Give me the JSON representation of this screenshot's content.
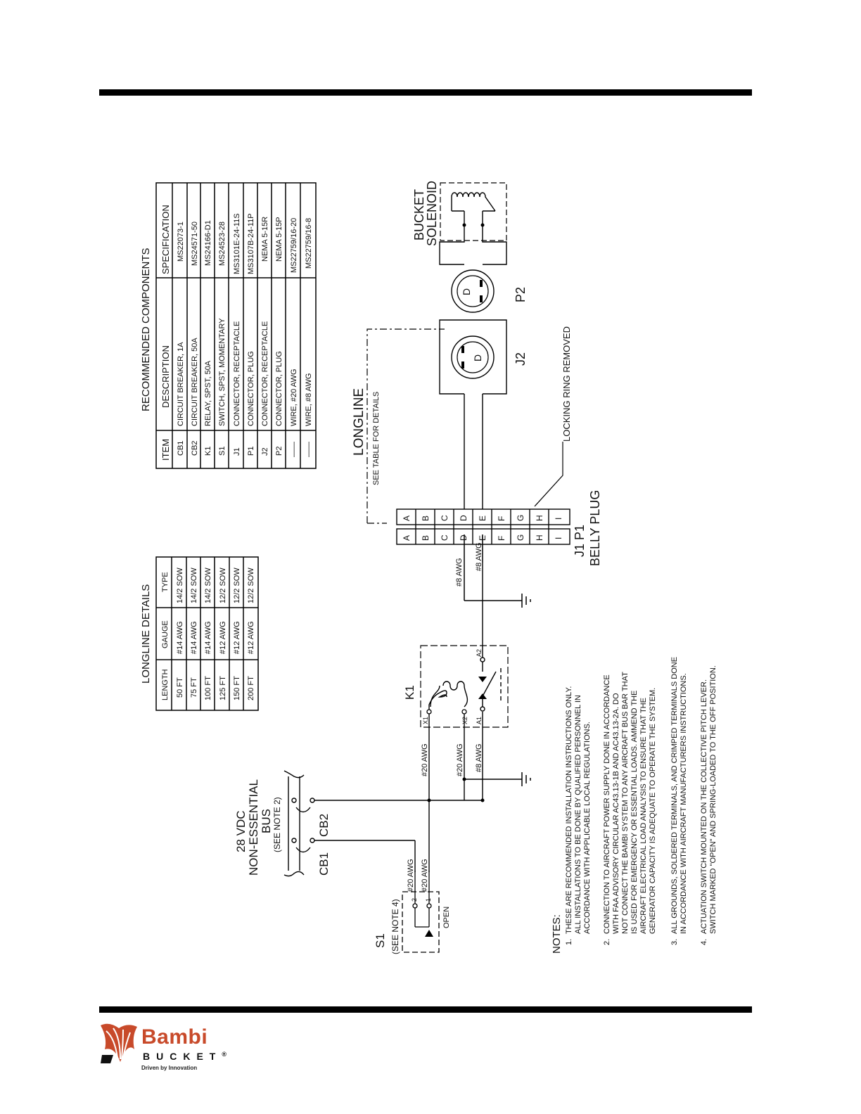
{
  "components_table": {
    "title": "RECOMMENDED COMPONENTS",
    "headers": [
      "ITEM",
      "DESCRIPTION",
      "SPECIFICATION"
    ],
    "rows": [
      [
        "CB1",
        "CIRCUIT BREAKER, 1A",
        "MS22073-1"
      ],
      [
        "CB2",
        "CIRCUIT BREAKER, 50A",
        "MS24571-50"
      ],
      [
        "K1",
        "RELAY, SPST, 50A",
        "MS24166-D1"
      ],
      [
        "S1",
        "SWITCH, SPST, MOMENTARY",
        "MS24523-28"
      ],
      [
        "J1",
        "CONNECTOR, RECEPTACLE",
        "MS3101E-24-11S"
      ],
      [
        "P1",
        "CONNECTOR, PLUG",
        "MS3107B-24-11P"
      ],
      [
        "J2",
        "CONNECTOR, RECEPTACLE",
        "NEMA 5-15R"
      ],
      [
        "P2",
        "CONNECTOR, PLUG",
        "NEMA 5-15P"
      ],
      [
        "——",
        "WIRE, #20 AWG",
        "MS22759/16-20"
      ],
      [
        "——",
        "WIRE, #8 AWG",
        "MS22759/16-8"
      ]
    ]
  },
  "longline_table": {
    "title": "LONGLINE DETAILS",
    "headers": [
      "LENGTH",
      "GAUGE",
      "TYPE"
    ],
    "rows": [
      [
        "50 FT",
        "#14 AWG",
        "14/2 SOW"
      ],
      [
        "75 FT",
        "#14 AWG",
        "14/2 SOW"
      ],
      [
        "100 FT",
        "#14 AWG",
        "14/2 SOW"
      ],
      [
        "125 FT",
        "#12 AWG",
        "12/2 SOW"
      ],
      [
        "150 FT",
        "#12 AWG",
        "12/2 SOW"
      ],
      [
        "200 FT",
        "#12 AWG",
        "12/2 SOW"
      ]
    ]
  },
  "labels": {
    "bus_1": "28 VDC",
    "bus_2": "NON-ESSENTIAL",
    "bus_3": "BUS",
    "bus_4": "(SEE NOTE 2)",
    "cb1": "CB1",
    "cb2": "CB2",
    "s1": "S1",
    "s1_note": "(SEE NOTE 4)",
    "open": "OPEN",
    "s1_pin1": "1",
    "s1_pin2": "2",
    "k1": "K1",
    "x1": "X1",
    "x2": "X2",
    "a1": "A1",
    "a2": "A2",
    "wire_20_a": "#20 AWG",
    "wire_20_b": "#20 AWG",
    "wire_20_c": "#20 AWG",
    "wire_20_d": "#20 AWG",
    "wire_8_a": "#8 AWG",
    "wire_8_b": "#8 AWG",
    "wire_8_c": "#8 AWG",
    "j1p1": "J1 P1",
    "belly_plug": "BELLY PLUG",
    "locking_ring": "LOCKING RING REMOVED",
    "longline": "LONGLINE",
    "longline_sub": "SEE TABLE FOR DETAILS",
    "j2": "J2",
    "p2": "P2",
    "solenoid_1": "BUCKET",
    "solenoid_2": "SOLENOID",
    "pins": [
      "A",
      "B",
      "C",
      "D",
      "E",
      "F",
      "G",
      "H",
      "I"
    ],
    "d_glyph": "D"
  },
  "notes": {
    "heading": "NOTES:",
    "items": [
      {
        "num": "1.",
        "lines": [
          "THESE ARE RECOMMENDED INSTALLATION INSTRUCTIONS ONLY.",
          "ALL INSTALLATIONS TO BE DONE BY QUALIFIED PERSONNEL IN",
          "ACCORDANCE WITH APPLICABLE LOCAL REGULATIONS."
        ]
      },
      {
        "num": "2.",
        "lines": [
          "CONNECTION TO AIRCRAFT POWER SUPPLY DONE IN ACCORDANCE",
          "WITH FAA ADVISORY CIRCULAR AC43.13-1B AND AC43.13-2A. DO",
          "NOT CONNECT THE BAMBI SYSTEM TO ANY AIRCRAFT BUS BAR THAT",
          "IS USED FOR EMERGENCY OR ESSENTIAL LOADS.  AMMEND THE",
          "AIRCRAFT ELECTRICAL LOAD ANALYSIS TO ENSURE THAT THE",
          "GENERATOR CAPACITY IS ADEQUATE TO OPERATE THE SYSTEM."
        ]
      },
      {
        "num": "3.",
        "lines": [
          "ALL GROUNDS, SOLDERED TERMINALS, AND CRIMPED TERMINALS DONE",
          "IN ACCORDANCE WITH AIRCRAFT MANUFACTURERS INSTRUCTIONS."
        ]
      },
      {
        "num": "4.",
        "lines": [
          "ACTUATION SWITCH MOUNTED ON THE COLLECTIVE PITCH LEVER.",
          "SWITCH MARKED \"OPEN\" AND SPRING-LOADED TO THE OFF POSITION."
        ]
      }
    ]
  },
  "logo": {
    "word": "Bambi",
    "bucket": "BUCKET",
    "registered": "®",
    "tagline": "Driven by Innovation",
    "brand_color": "#c84a2a"
  }
}
